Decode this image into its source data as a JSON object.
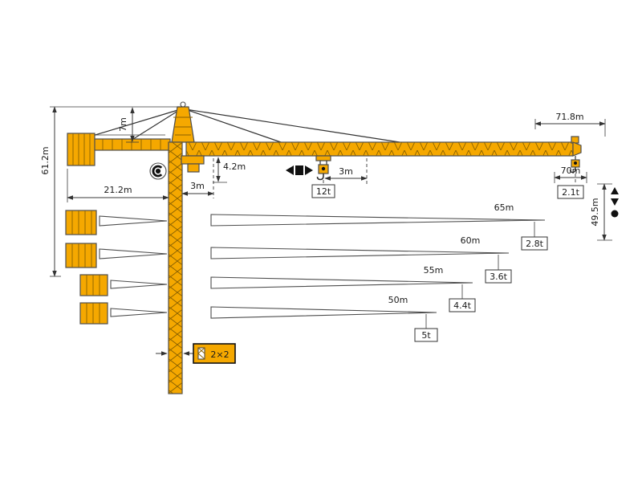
{
  "diagram": {
    "type": "tower-crane-dimension-and-load-diagram",
    "colors": {
      "crane_yellow": "#F5A800",
      "outline": "#4D4D4D",
      "dimension": "#333333"
    },
    "dims": {
      "jib_length": "71.8m",
      "tip_radius": "70m",
      "tower_head_height": "7m",
      "max_hook_height": "61.2m",
      "counterjib_radius": "21.2m",
      "rear_clearance": "3m",
      "jib_to_hook": "4.2m",
      "min_radius": "3m",
      "hook_height_tip": "49.5m",
      "mast_section": "2×2"
    },
    "loads": {
      "max_load": "12t",
      "tip_load": "2.1t"
    },
    "variants": [
      {
        "length": "65m",
        "tip_load": "2.8t"
      },
      {
        "length": "60m",
        "tip_load": "3.6t"
      },
      {
        "length": "55m",
        "tip_load": "4.4t"
      },
      {
        "length": "50m",
        "tip_load": "5t"
      }
    ],
    "icons": {
      "slewing": "slewing-rotation-icon",
      "trolley": "trolley-travel-icon",
      "hoist": "hook-travel-icon"
    }
  }
}
